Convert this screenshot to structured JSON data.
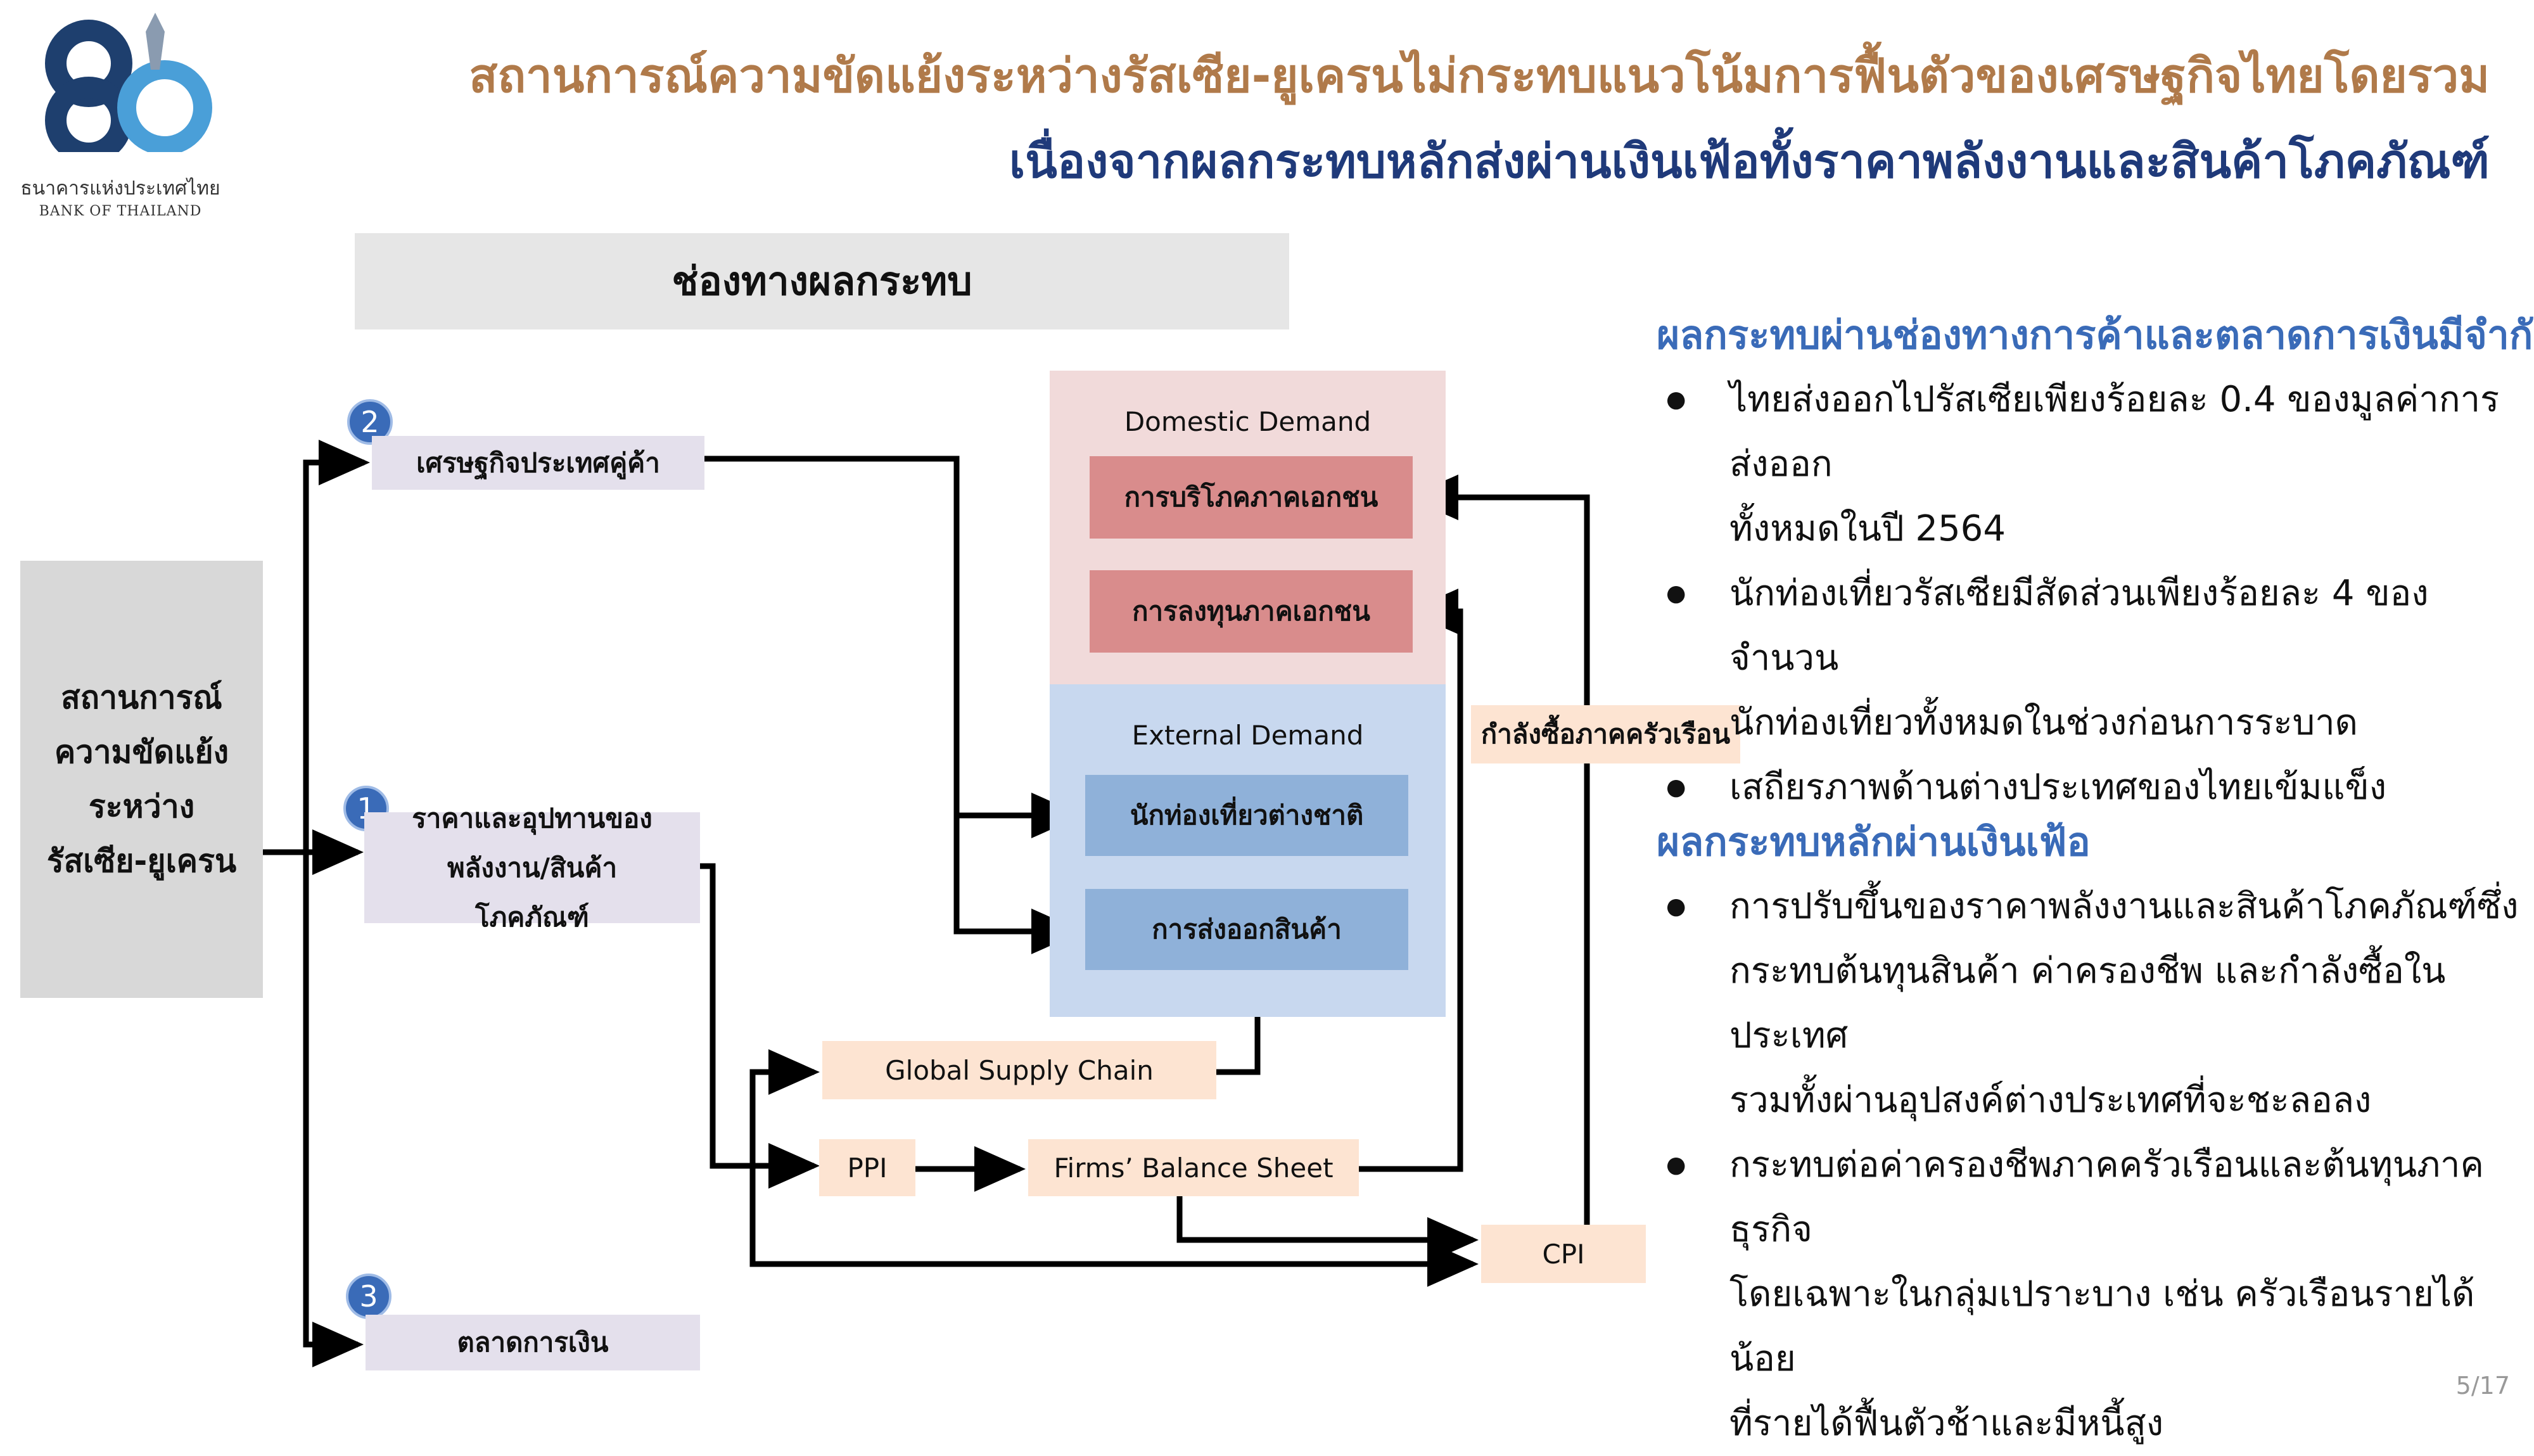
{
  "logo": {
    "name_th": "ธนาคารแห่งประเทศไทย",
    "name_en": "BANK OF THAILAND"
  },
  "title": {
    "line1": "สถานการณ์ความขัดแย้งระหว่างรัสเซีย-ยูเครนไม่กระทบแนวโน้มการฟื้นตัวของเศรษฐกิจไทยโดยรวม",
    "line2": "เนื่องจากผลกระทบหลักส่งผ่านเงินเฟ้อทั้งราคาพลังงานและสินค้าโภคภัณฑ์"
  },
  "diagram": {
    "header": "ช่องทางผลกระทบ",
    "source": "สถานการณ์ ความขัดแย้ง ระหว่าง รัสเซีย-ยูเครน",
    "channels": [
      {
        "num": "2",
        "label": "เศรษฐกิจประเทศคู่ค้า"
      },
      {
        "num": "1",
        "label": "ราคาและอุปทานของ พลังงาน/สินค้าโภคภัณฑ์"
      },
      {
        "num": "3",
        "label": "ตลาดการเงิน"
      }
    ],
    "domestic": {
      "title": "Domestic Demand",
      "items": [
        "การบริโภคภาคเอกชน",
        "การลงทุนภาคเอกชน"
      ]
    },
    "external": {
      "title": "External Demand",
      "items": [
        "นักท่องเที่ยวต่างชาติ",
        "การส่งออกสินค้า"
      ]
    },
    "household": "กำลังซื้อภาคครัวเรือน",
    "supply_chain": "Global Supply Chain",
    "ppi": "PPI",
    "firms": "Firms’ Balance Sheet",
    "cpi": "CPI"
  },
  "right": {
    "section1": {
      "heading": "ผลกระทบผ่านช่องทางการค้าและตลาดการเงินมีจำกัด",
      "bullets": [
        {
          "l1": "ไทยส่งออกไปรัสเซียเพียงร้อยละ 0.4 ของมูลค่าการส่งออก",
          "l2": "ทั้งหมดในปี 2564"
        },
        {
          "l1": "นักท่องเที่ยวรัสเซียมีสัดส่วนเพียงร้อยละ 4 ของจำนวน",
          "l2": "นักท่องเที่ยวทั้งหมดในช่วงก่อนการระบาด"
        },
        {
          "l1": "เสถียรภาพด้านต่างประเทศของไทยเข้มแข็ง"
        }
      ]
    },
    "section2": {
      "heading": "ผลกระทบหลักผ่านเงินเฟ้อ",
      "bullets": [
        {
          "l1": "การปรับขึ้นของราคาพลังงานและสินค้าโภคภัณฑ์ซึ่ง",
          "l2": "กระทบต้นทุนสินค้า ค่าครองชีพ และกำลังซื้อในประเทศ",
          "l3": "รวมทั้งผ่านอุปสงค์ต่างประเทศที่จะชะลอลง"
        },
        {
          "l1": "กระทบต่อค่าครองชีพภาคครัวเรือนและต้นทุนภาคธุรกิจ",
          "l2": "โดยเฉพาะในกลุ่มเปราะบาง เช่น ครัวเรือนรายได้น้อย",
          "l3": "ที่รายได้ฟื้นตัวช้าและมีหนี้สูง"
        }
      ]
    }
  },
  "page_number": "5/17"
}
